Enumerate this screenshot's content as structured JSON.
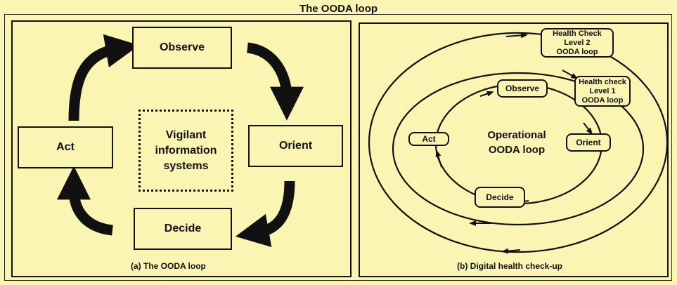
{
  "title": "The OODA loop",
  "panel_a": {
    "caption": "(a) The OODA loop",
    "observe": "Observe",
    "orient": "Orient",
    "decide": "Decide",
    "act": "Act",
    "center_line1": "Vigilant",
    "center_line2": "information",
    "center_line3": "systems"
  },
  "panel_b": {
    "caption": "(b) Digital health check-up",
    "observe": "Observe",
    "orient": "Orient",
    "decide": "Decide",
    "act": "Act",
    "operational_line1": "Operational",
    "operational_line2": "OODA loop",
    "hc1_line1": "Health check",
    "hc1_line2": "Level 1",
    "hc1_line3": "OODA loop",
    "hc2_line1": "Health Check",
    "hc2_line2": "Level 2",
    "hc2_line3": "OODA loop"
  }
}
